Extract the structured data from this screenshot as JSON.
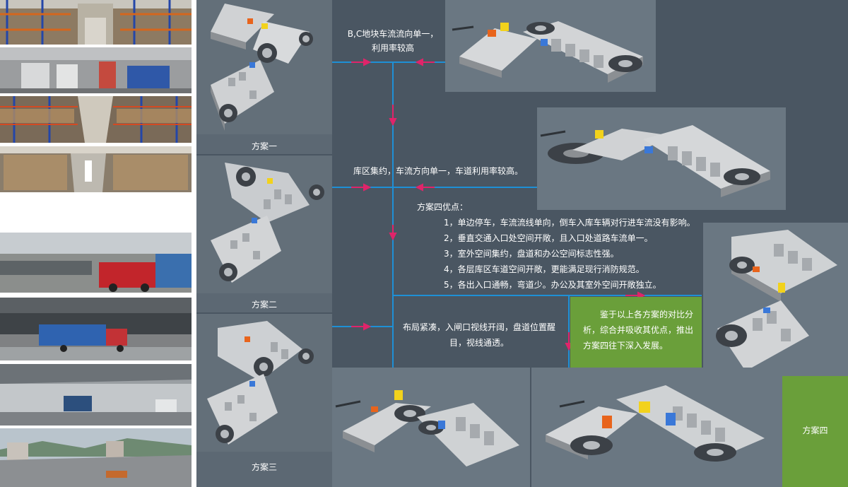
{
  "left_photos": {
    "warehouse_interior": [
      "仓库货架",
      "室内机房",
      "货架通道",
      "货架区"
    ],
    "exterior": [
      "装卸平台",
      "货车停靠",
      "雨棚下车道",
      "园区俯瞰"
    ]
  },
  "panels": {
    "scheme1": "方案一",
    "scheme2": "方案二",
    "scheme3": "方案三",
    "scheme4": "方案四"
  },
  "annotations": {
    "bc_flow_line1": "B,C地块车流流向单一，",
    "bc_flow_line2": "利用率较高",
    "storage": "库区集约，车流方向单一，车道利用率较高。",
    "compact_line1": "布局紧凑，入闸口视线开阔，盘道位置醒",
    "compact_line2": "目，视线通透。"
  },
  "scheme4_advantages": {
    "title": "方案四优点：",
    "items": [
      "1，单边停车，车流流线单向，倒车入库车辆对行进车流没有影响。",
      "2，垂直交通入口处空间开敞，且入口处道路车流单一。",
      "3，室外空间集约，盘道和办公空间标志性强。",
      "4，各层库区车道空间开敞，更能满足现行消防规范。",
      "5，各出入口通畅，弯道少。办公及其室外空间开敞独立。"
    ]
  },
  "conclusion": {
    "line1": "鉴于以上各方案的对比分",
    "line2": "析，综合并吸收其优点，推出",
    "line3": "方案四往下深入发展。"
  },
  "colors": {
    "board_bg": "#4a5662",
    "flow_line": "#1e90d6",
    "arrow": "#e0246a",
    "green_box": "#6a9f3a",
    "highlight_yellow": "#f2d21c",
    "highlight_orange": "#e8641c",
    "highlight_blue": "#3a78d8"
  }
}
